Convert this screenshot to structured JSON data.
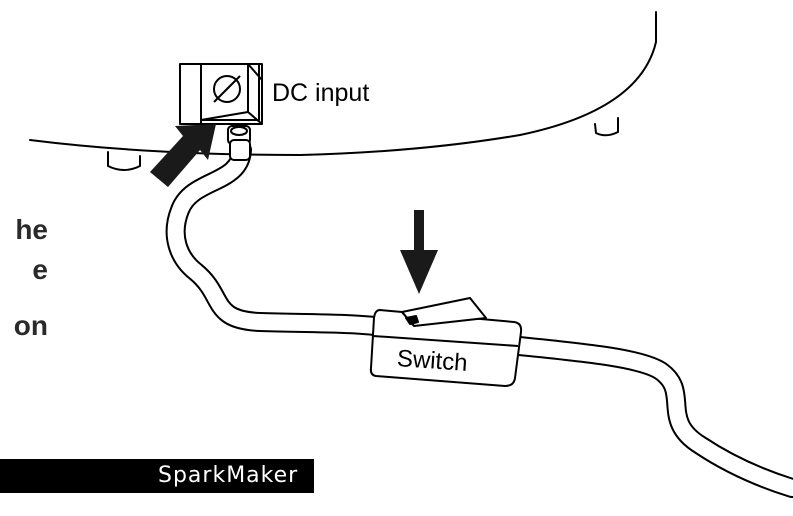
{
  "labels": {
    "dc_input": "DC input",
    "switch": "Switch"
  },
  "side_text": [
    "he",
    "e",
    "on"
  ],
  "brand": {
    "name": "SparkMaker"
  },
  "colors": {
    "line": "#000000",
    "arrow": "#1a1a1a",
    "background": "#ffffff",
    "brand_bar": "#000000",
    "brand_text": "#ffffff"
  }
}
